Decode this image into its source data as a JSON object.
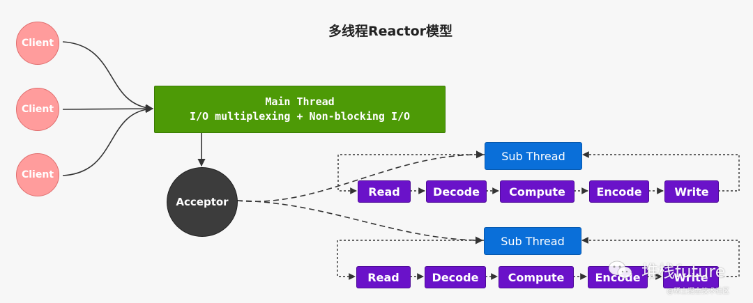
{
  "title": "多线程Reactor模型",
  "clients": [
    "Client",
    "Client",
    "Client"
  ],
  "main_thread": {
    "line1": "Main Thread",
    "line2": "I/O multiplexing + Non-blocking I/O"
  },
  "acceptor": "Acceptor",
  "sub_threads": [
    {
      "label": "Sub Thread",
      "steps": [
        "Read",
        "Decode",
        "Compute",
        "Encode",
        "Write"
      ]
    },
    {
      "label": "Sub Thread",
      "steps": [
        "Read",
        "Decode",
        "Compute",
        "Encode",
        "Write"
      ]
    }
  ],
  "watermark": {
    "name": "堆栈future",
    "site": "@稀土掘金技术社区",
    "logo_icon": "wechat-icon"
  },
  "colors": {
    "client": "#ff9c9c",
    "main_thread": "#4d9a06",
    "acceptor": "#3c3c3c",
    "sub_thread": "#0a6fd9",
    "step": "#6a12c9"
  }
}
